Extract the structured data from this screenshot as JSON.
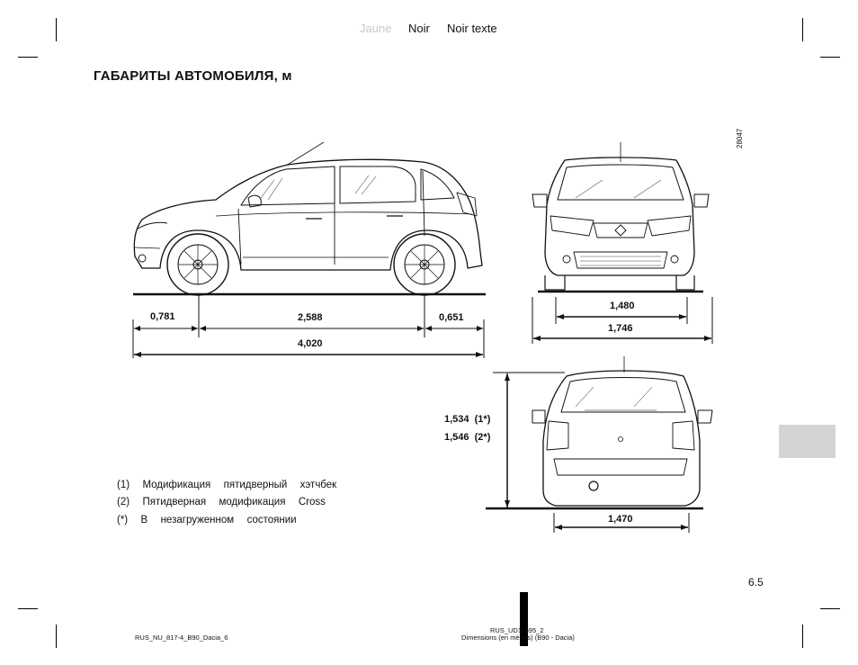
{
  "header": {
    "color_jaune": "Jaune",
    "color_noir": "Noir",
    "color_noir_texte": "Noir texte"
  },
  "title": "ГАБАРИТЫ АВТОМОБИЛЯ, м",
  "figure_ref": "28047",
  "dimensions": {
    "front_overhang": "0,781",
    "wheelbase": "2,588",
    "rear_overhang": "0,651",
    "length": "4,020",
    "front_track": "1,480",
    "width": "1,746",
    "height_1": "1,534  (1*)",
    "height_2": "1,546  (2*)",
    "rear_track": "1,470"
  },
  "legend": [
    "(1)  Модификация  пятидверный  хэтчбек",
    "(2)  Пятидверная  модификация  Cross",
    "(*)  В  незагруженном  состоянии"
  ],
  "page_number": "6.5",
  "footer": {
    "left": "RUS_NU_817-4_B90_Dacia_6",
    "center_line1": "RUS_UD11595_2",
    "center_line2": "Dimensions (en mètres) (B90 - Dacia)"
  },
  "colors": {
    "side_tab": "#d4d4d4",
    "jaune_text": "#c8c8c8"
  }
}
